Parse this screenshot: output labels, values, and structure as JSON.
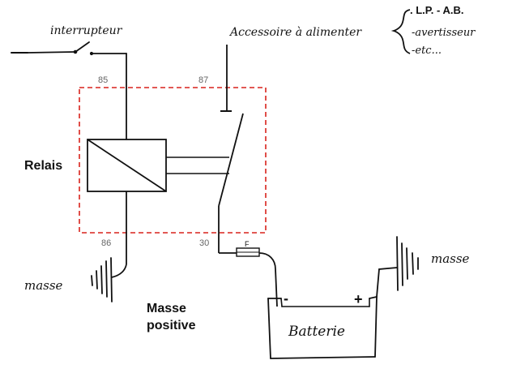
{
  "labels": {
    "interrupteur": "interrupteur",
    "accessoire": "Accessoire à alimenter",
    "list_1": ". L.P. - A.B.",
    "list_2": "-avertisseur",
    "list_3": "-etc...",
    "relais": "Relais",
    "masse_left": "masse",
    "masse_right": "masse",
    "masse_positive_1": "Masse",
    "masse_positive_2": "positive",
    "batterie": "Batterie",
    "fuse": "F",
    "minus": "-",
    "plus": "+"
  },
  "terminals": {
    "t85": "85",
    "t87": "87",
    "t86": "86",
    "t30": "30"
  }
}
